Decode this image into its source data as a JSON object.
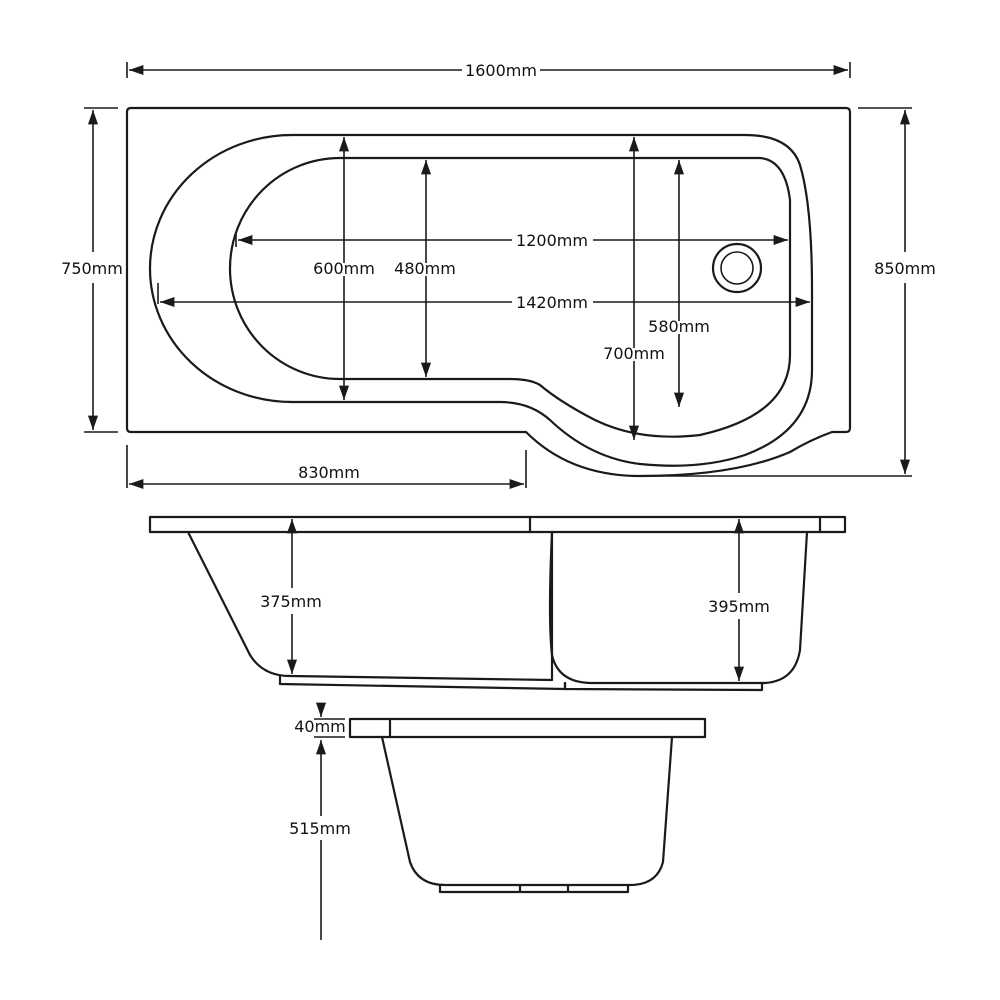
{
  "dimensions": {
    "overall_length": "1600mm",
    "deck_width_left": "750mm",
    "deck_width_right": "850mm",
    "screen_end_length": "830mm",
    "bath_interior_length": "1420mm",
    "floor_length": "1200mm",
    "interior_width_left": "600mm",
    "floor_width_left": "480mm",
    "interior_width_right": "700mm",
    "floor_width_right": "580mm",
    "depth_left": "375mm",
    "depth_right": "395mm",
    "rim_thickness": "40mm",
    "end_depth": "515mm"
  }
}
